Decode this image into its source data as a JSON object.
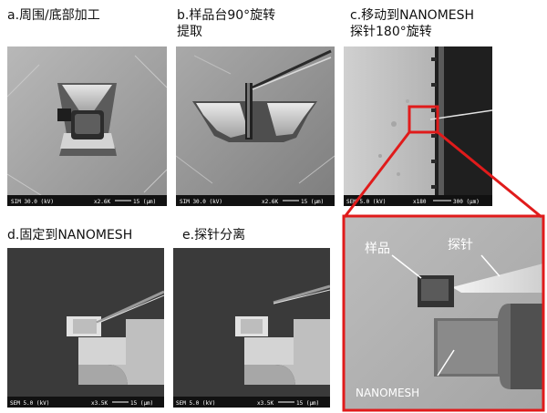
{
  "figure": {
    "panels": [
      {
        "id": "a",
        "caption_lines": [
          "a.周围/底部加工"
        ],
        "footer": {
          "mode": "SIM 30.0 (kV)",
          "mag": "x2.6K",
          "scale": "15 (μm)"
        }
      },
      {
        "id": "b",
        "caption_lines": [
          "b.样品台90°旋转",
          "提取"
        ],
        "footer": {
          "mode": "SIM 30.0 (kV)",
          "mag": "x2.6K",
          "scale": "15 (μm)"
        }
      },
      {
        "id": "c",
        "caption_lines": [
          "c.移动到NANOMESH",
          "探针180°旋转"
        ],
        "footer": {
          "mode": "SEM 5.0 (kV)",
          "mag": "x180",
          "scale": "300 (μm)"
        }
      },
      {
        "id": "d",
        "caption_lines": [
          "d.固定到NANOMESH"
        ],
        "footer": {
          "mode": "SEM 5.0 (kV)",
          "mag": "x3.5K",
          "scale": "15 (μm)"
        }
      },
      {
        "id": "e",
        "caption_lines": [
          "e.探针分离"
        ],
        "footer": {
          "mode": "SEM 5.0 (kV)",
          "mag": "x3.5K",
          "scale": "15 (μm)"
        }
      }
    ],
    "inset": {
      "labels": {
        "sample": "样品",
        "probe": "探针",
        "nanomesh": "NANOMESH"
      },
      "highlight_color": "#e01b1b"
    }
  }
}
